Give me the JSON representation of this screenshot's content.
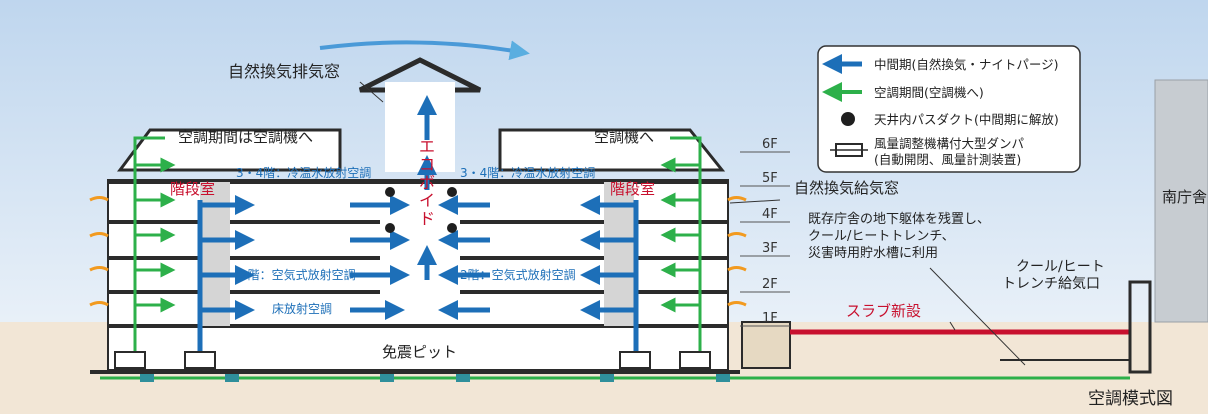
{
  "labels": {
    "exhaust_window": "自然換気排気窓",
    "left_ac_note": "空調期間は空調機へ",
    "right_ac_note": "空調機へ",
    "eco_void": "エコボイド",
    "stair_left": "階段室",
    "stair_right": "階段室",
    "chilled_left": "3・4階：冷温水放射空調",
    "chilled_right": "3・4階：冷温水放射空調",
    "air_left": "2階：空気式放射空調",
    "air_right": "2階：空気式放射空調",
    "floor_radiant": "床放射空調",
    "seismic_pit": "免震ピット",
    "intake_window": "自然換気給気窓",
    "existing_note": [
      "既存庁舎の地下躯体を残置し、",
      "クール/ヒートトレンチ、",
      "災害時用貯水槽に利用"
    ],
    "slab": "スラブ新設",
    "trench_inlet": [
      "クール/ヒート",
      "トレンチ給気口"
    ],
    "south_building": "南庁舎",
    "figure_title": "空調模式図"
  },
  "floors": [
    "6F",
    "5F",
    "4F",
    "3F",
    "2F",
    "1F"
  ],
  "legend": [
    {
      "icon": "blue-arrow-icon",
      "text": "中間期(自然換気・ナイトパージ)"
    },
    {
      "icon": "green-arrow-icon",
      "text": "空調期間(空調機へ)"
    },
    {
      "icon": "dot-icon",
      "text": "天井内パスダクト(中間期に解放)"
    },
    {
      "icon": "damper-icon",
      "text": "風量調整機構付大型ダンパ",
      "text2": "(自動開閉、風量計測装置)"
    }
  ],
  "colors": {
    "blue": "#1d6fb8",
    "green": "#2db04a",
    "red": "#c8102e",
    "orange": "#f29a1f",
    "sky": "#c9dcef"
  }
}
